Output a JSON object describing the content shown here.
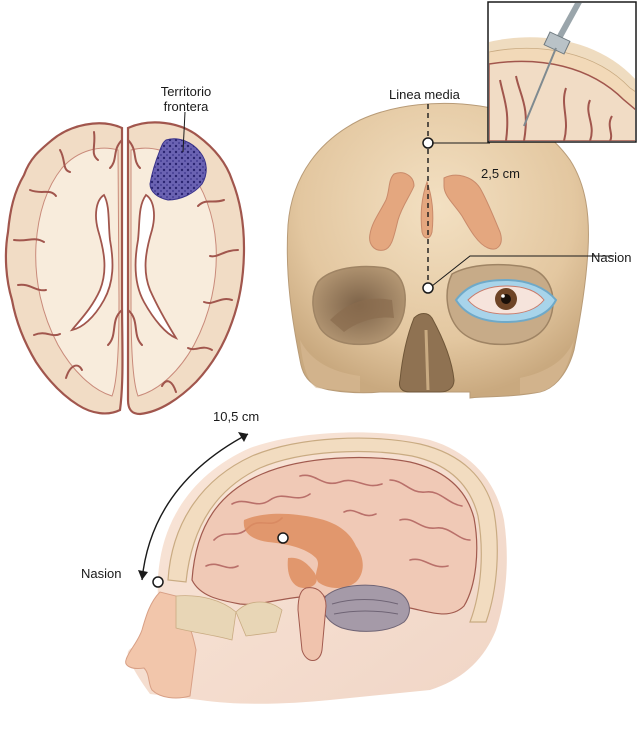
{
  "labels": {
    "territorio_line1": "Territorio",
    "territorio_line2": "frontera",
    "linea_media": "Linea media",
    "distance_lateral": "2,5 cm",
    "nasion_skull": "Nasion",
    "distance_arc": "10,5 cm",
    "nasion_head": "Nasion"
  },
  "colors": {
    "brain_cortex": "#f1dcc5",
    "brain_outline": "#a1564d",
    "white_matter": "#f7ebdb",
    "watershed_zone": "#5f57a6",
    "skull_bone": "#e8d0ad",
    "skull_shadow": "#c9ab82",
    "orbit_dark": "#a98e6d",
    "sinus": "#e6a57b",
    "cannula": "#a9b3b8",
    "ventricle_cast": "#dd8a5c",
    "skin": "#f2c8ad"
  },
  "icons": [
    "brain-axial-section",
    "skull-frontal-view",
    "eye",
    "catheter-inset",
    "head-sagittal-section"
  ]
}
